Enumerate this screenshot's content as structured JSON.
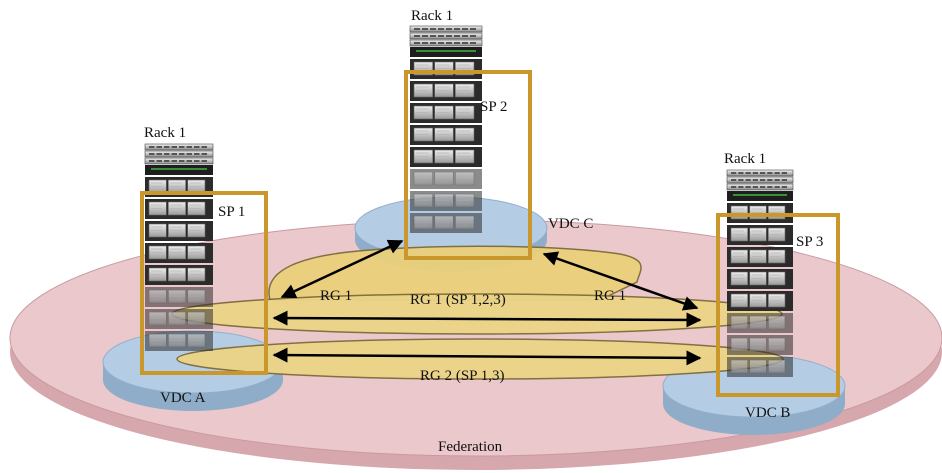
{
  "diagram": {
    "federation_label": "Federation",
    "racks": [
      {
        "id": "left",
        "label": "Rack 1",
        "sp_label": "SP 1",
        "vdc_label": "VDC  A"
      },
      {
        "id": "center",
        "label": "Rack 1",
        "sp_label": "SP 2",
        "vdc_label": "VDC  C"
      },
      {
        "id": "right",
        "label": "Rack 1",
        "sp_label": "SP 3",
        "vdc_label": "VDC  B"
      }
    ],
    "replication_groups": [
      {
        "id": "rg1-left",
        "label": "RG 1"
      },
      {
        "id": "rg1-main",
        "label": "RG 1 (SP 1,2,3)"
      },
      {
        "id": "rg1-right",
        "label": "RG 1"
      },
      {
        "id": "rg2-main",
        "label": "RG 2 (SP 1,3)"
      }
    ]
  },
  "colors": {
    "federation_fill": "#e8c4c8",
    "federation_side": "#d9aab0",
    "vdc_fill": "#a9c3dd",
    "vdc_side": "#8fadc9",
    "rg_fill": "#ecd486",
    "rg_stroke": "#7d6c3c",
    "sp_border": "#c9972c",
    "rack_frame": "#2a2a2a",
    "arrow": "#000000"
  }
}
